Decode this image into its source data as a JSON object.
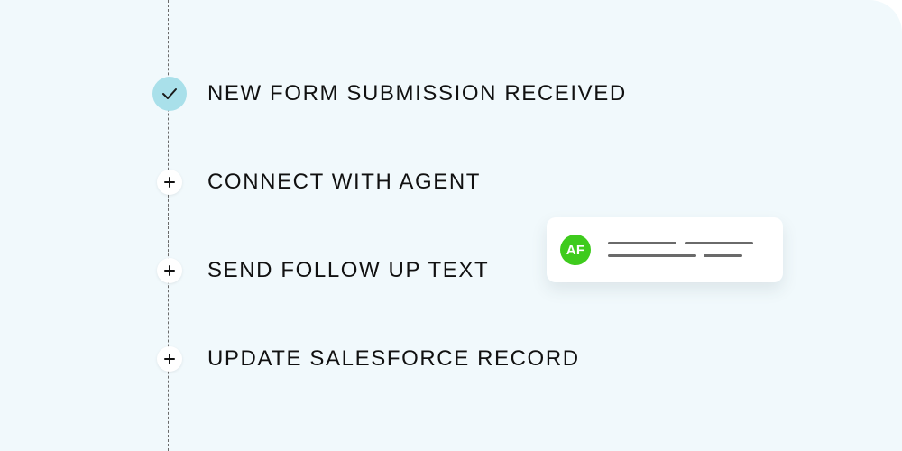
{
  "colors": {
    "background": "#f1f9fc",
    "done_marker": "#a9e0ea",
    "avatar": "#3ecb1d",
    "text": "#111111",
    "placeholder_line": "#6a6a6a"
  },
  "steps": [
    {
      "label": "NEW FORM SUBMISSION RECEIVED",
      "status": "done",
      "icon": "check-icon"
    },
    {
      "label": "CONNECT WITH AGENT",
      "status": "pending",
      "icon": "plus-icon"
    },
    {
      "label": "SEND FOLLOW UP TEXT",
      "status": "pending",
      "icon": "plus-icon"
    },
    {
      "label": "UPDATE SALESFORCE RECORD",
      "status": "pending",
      "icon": "plus-icon"
    }
  ],
  "message": {
    "avatar_initials": "AF",
    "icon": "chat-bubble"
  }
}
